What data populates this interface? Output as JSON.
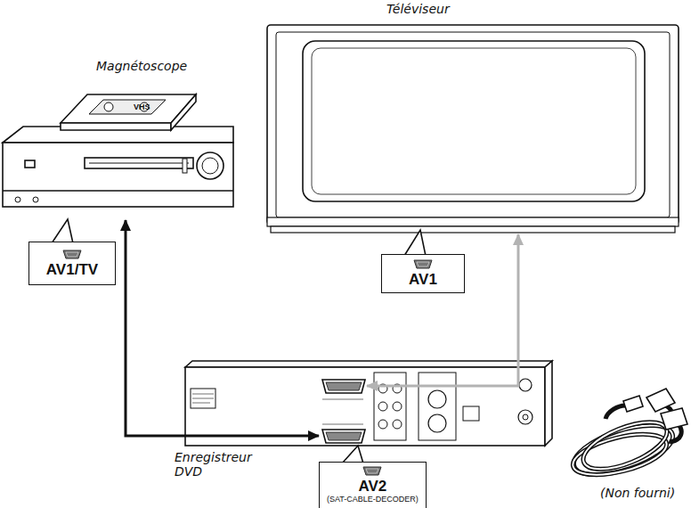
{
  "diagram": {
    "nodes": [
      {
        "text": [
          "Magnétoscope"
        ]
      },
      {
        "text": [
          "AV1/TV"
        ]
      },
      {
        "text": [
          "Téléviseur"
        ]
      },
      {
        "text": [
          "AV1"
        ]
      },
      {
        "text": [
          "Enregistreur DVD"
        ]
      },
      {
        "text": [
          "AV2",
          "(SAT-CABLE-DECODER)"
        ]
      }
    ],
    "edges": [
      {
        "from": 4,
        "to": 0,
        "arrow": "both"
      },
      {
        "from": 4,
        "to": 2,
        "arrow": "both"
      }
    ],
    "labels": [
      "VHS",
      "(Non fourni)"
    ]
  }
}
